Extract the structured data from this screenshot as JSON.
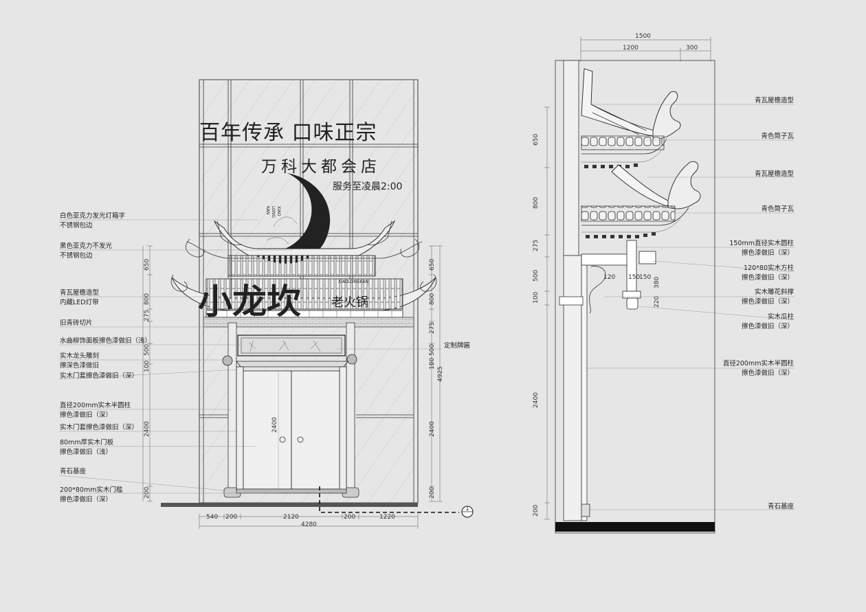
{
  "front": {
    "sign_line1": "百年传承 口味正宗",
    "sign_line2": "万科大都会店",
    "sign_line3": "服务至凌晨2:00",
    "logo_main": "小龙坎",
    "logo_sub": "老火锅",
    "logo_latin_1": "XIAO",
    "logo_latin_2": "LONG",
    "logo_latin_3": "KAN",
    "logo_small": "XIAOLONGKAN",
    "plaque_label": "定制牌匾",
    "total_height": "4925",
    "dims_left_v": [
      "650",
      "800",
      "275",
      "500",
      "100",
      "2400",
      "200"
    ],
    "dims_right_v": [
      "650",
      "800",
      "275",
      "500",
      "100",
      "2400",
      "200"
    ],
    "dims_bottom_parts": [
      "540",
      "200",
      "2120",
      "200",
      "1220"
    ],
    "dims_bottom_total": "4280",
    "door_height": "2400",
    "section_mark": "1",
    "labels": [
      {
        "l1": "白色亚克力发光灯箱字",
        "l2": "不锈钢包边"
      },
      {
        "l1": "黑色亚克力不发光",
        "l2": "不锈钢包边"
      },
      {
        "l1": "青瓦屋檐造型",
        "l2": "内藏LED灯带"
      },
      {
        "l1": "旧青砖切片",
        "l2": ""
      },
      {
        "l1": "水曲柳饰面板擦色漆做旧（浅）",
        "l2": ""
      },
      {
        "l1": "实木龙头雕刻",
        "l2": "擦深色漆做旧"
      },
      {
        "l1": "实木门套擦色漆做旧（深）",
        "l2": ""
      },
      {
        "l1": "直径200mm实木半圆柱",
        "l2": "擦色漆做旧（深）"
      },
      {
        "l1": "实木门套擦色漆做旧（深）",
        "l2": ""
      },
      {
        "l1": "80mm厚实木门板",
        "l2": "擦色漆做旧（浅）"
      },
      {
        "l1": "青石基座",
        "l2": ""
      },
      {
        "l1": "200*80mm实木门槛",
        "l2": "擦色漆做旧（深）"
      }
    ]
  },
  "side": {
    "dim_top_total": "1500",
    "dim_top_parts": [
      "1200",
      "300"
    ],
    "dims_v": [
      "650",
      "800",
      "275",
      "500",
      "100",
      "2400",
      "200"
    ],
    "inner_dims": [
      "120",
      "150",
      "150",
      "380",
      "220"
    ],
    "labels": [
      {
        "l1": "青瓦屋檐造型",
        "l2": ""
      },
      {
        "l1": "青色筒子瓦",
        "l2": ""
      },
      {
        "l1": "青瓦屋檐造型",
        "l2": ""
      },
      {
        "l1": "青色筒子瓦",
        "l2": ""
      },
      {
        "l1": "150mm直径实木圆柱",
        "l2": "擦色漆做旧（深）"
      },
      {
        "l1": "120*80实木方柱",
        "l2": "擦色漆做旧（深）"
      },
      {
        "l1": "实木雕花斜撑",
        "l2": "擦色漆做旧（深）"
      },
      {
        "l1": "实木瓜柱",
        "l2": "擦色漆做旧（深）"
      },
      {
        "l1": "直径200mm实木半圆柱",
        "l2": "擦色漆做旧（深）"
      },
      {
        "l1": "青石基座",
        "l2": ""
      }
    ]
  }
}
